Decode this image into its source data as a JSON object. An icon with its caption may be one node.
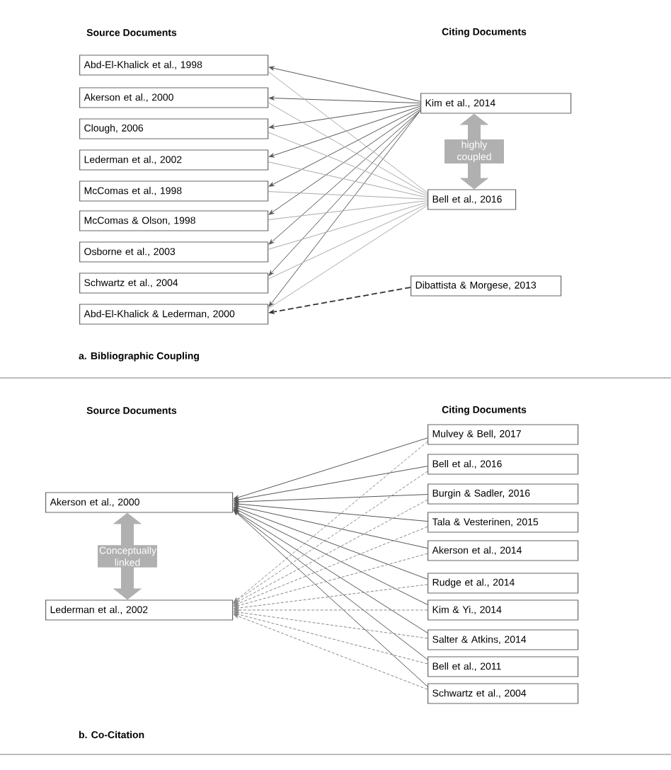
{
  "diagram": {
    "nodes": [
      {
        "text": [
          "Abd-El-Khalick et al., 1998"
        ]
      },
      {
        "text": [
          "Akerson et al., 2000"
        ]
      },
      {
        "text": [
          "Clough, 2006"
        ]
      },
      {
        "text": [
          "Lederman et al., 2002"
        ]
      },
      {
        "text": [
          "McComas et al., 1998"
        ]
      },
      {
        "text": [
          "McComas & Olson, 1998"
        ]
      },
      {
        "text": [
          "Osborne et al., 2003"
        ]
      },
      {
        "text": [
          "Schwartz et al., 2004"
        ]
      },
      {
        "text": [
          "Abd-El-Khalick & Lederman, 2000"
        ]
      },
      {
        "text": [
          "Kim et al., 2014"
        ]
      },
      {
        "text": [
          "Bell et al., 2016"
        ]
      },
      {
        "text": [
          "Dibattista & Morgese, 2013"
        ]
      },
      {
        "text": [
          "Akerson et al., 2000"
        ]
      },
      {
        "text": [
          "Lederman et al., 2002"
        ]
      },
      {
        "text": [
          "Mulvey & Bell, 2017"
        ]
      },
      {
        "text": [
          "Bell et al., 2016"
        ]
      },
      {
        "text": [
          "Burgin & Sadler, 2016"
        ]
      },
      {
        "text": [
          "Tala & Vesterinen, 2015"
        ]
      },
      {
        "text": [
          "Akerson et al., 2014"
        ]
      },
      {
        "text": [
          "Rudge et al., 2014"
        ]
      },
      {
        "text": [
          "Kim & Yi., 2014"
        ]
      },
      {
        "text": [
          "Salter & Atkins, 2014"
        ]
      },
      {
        "text": [
          "Bell et al., 2011"
        ]
      },
      {
        "text": [
          "Schwartz et al., 2004"
        ]
      }
    ],
    "edges": [
      {
        "from": 9,
        "to": 0,
        "arrow": "to"
      },
      {
        "from": 9,
        "to": 1,
        "arrow": "to"
      },
      {
        "from": 9,
        "to": 2,
        "arrow": "to"
      },
      {
        "from": 9,
        "to": 3,
        "arrow": "to"
      },
      {
        "from": 9,
        "to": 4,
        "arrow": "to"
      },
      {
        "from": 9,
        "to": 5,
        "arrow": "to"
      },
      {
        "from": 9,
        "to": 6,
        "arrow": "to"
      },
      {
        "from": 9,
        "to": 7,
        "arrow": "to"
      },
      {
        "from": 9,
        "to": 8,
        "arrow": "to"
      },
      {
        "from": 10,
        "to": 0,
        "arrow": "none",
        "color": "#aaaaaa"
      },
      {
        "from": 10,
        "to": 1,
        "arrow": "none",
        "color": "#aaaaaa"
      },
      {
        "from": 10,
        "to": 2,
        "arrow": "none",
        "color": "#aaaaaa"
      },
      {
        "from": 10,
        "to": 3,
        "arrow": "none",
        "color": "#aaaaaa"
      },
      {
        "from": 10,
        "to": 4,
        "arrow": "none",
        "color": "#aaaaaa"
      },
      {
        "from": 10,
        "to": 5,
        "arrow": "none",
        "color": "#aaaaaa"
      },
      {
        "from": 10,
        "to": 6,
        "arrow": "none",
        "color": "#aaaaaa"
      },
      {
        "from": 10,
        "to": 7,
        "arrow": "none",
        "color": "#aaaaaa"
      },
      {
        "from": 10,
        "to": 8,
        "arrow": "none",
        "color": "#aaaaaa"
      },
      {
        "from": 11,
        "to": 8,
        "arrow": "to",
        "style": "dashed",
        "color": "#333333"
      },
      {
        "from": 9,
        "to": 10,
        "arrow": "both",
        "style": "thick",
        "color": "#b0b0b0",
        "label": "highly coupled"
      },
      {
        "from": 12,
        "to": 13,
        "arrow": "both",
        "style": "thick",
        "color": "#b0b0b0",
        "label": "Conceptually linked"
      },
      {
        "from": 14,
        "to": 12,
        "arrow": "to"
      },
      {
        "from": 15,
        "to": 12,
        "arrow": "to"
      },
      {
        "from": 16,
        "to": 12,
        "arrow": "to"
      },
      {
        "from": 17,
        "to": 12,
        "arrow": "to"
      },
      {
        "from": 18,
        "to": 12,
        "arrow": "to"
      },
      {
        "from": 19,
        "to": 12,
        "arrow": "to"
      },
      {
        "from": 20,
        "to": 12,
        "arrow": "to"
      },
      {
        "from": 21,
        "to": 12,
        "arrow": "to"
      },
      {
        "from": 22,
        "to": 12,
        "arrow": "to"
      },
      {
        "from": 23,
        "to": 12,
        "arrow": "to"
      },
      {
        "from": 14,
        "to": 13,
        "arrow": "to",
        "style": "dashed",
        "color": "#888888"
      },
      {
        "from": 15,
        "to": 13,
        "arrow": "to",
        "style": "dashed",
        "color": "#888888"
      },
      {
        "from": 16,
        "to": 13,
        "arrow": "to",
        "style": "dashed",
        "color": "#888888"
      },
      {
        "from": 17,
        "to": 13,
        "arrow": "to",
        "style": "dashed",
        "color": "#888888"
      },
      {
        "from": 18,
        "to": 13,
        "arrow": "to",
        "style": "dashed",
        "color": "#888888"
      },
      {
        "from": 19,
        "to": 13,
        "arrow": "to",
        "style": "dashed",
        "color": "#888888"
      },
      {
        "from": 20,
        "to": 13,
        "arrow": "to",
        "style": "dashed",
        "color": "#888888"
      },
      {
        "from": 21,
        "to": 13,
        "arrow": "to",
        "style": "dashed",
        "color": "#888888"
      },
      {
        "from": 22,
        "to": 13,
        "arrow": "to",
        "style": "dashed",
        "color": "#888888"
      },
      {
        "from": 23,
        "to": 13,
        "arrow": "to",
        "style": "dashed",
        "color": "#888888"
      }
    ],
    "labels": [
      "Source Documents",
      "Citing Documents",
      "a. Bibliographic Coupling",
      "Source Documents",
      "Citing Documents",
      "b. Co-Citation"
    ]
  }
}
